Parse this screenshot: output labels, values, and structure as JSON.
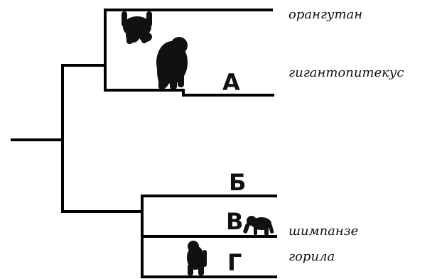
{
  "species": {
    "orangutan": "орангутан",
    "gigantopithecus": "гигантопитекус",
    "chimpanzee": "шимпанзе",
    "gorilla": "горила"
  },
  "markers": {
    "a": "А",
    "b": "Б",
    "v": "В",
    "g": "Г"
  },
  "icons": [
    "orangutan-silhouette-icon",
    "gigantopithecus-silhouette-icon",
    "chimpanzee-silhouette-icon",
    "gorilla-silhouette-icon"
  ],
  "colors": {
    "line": "#000000",
    "background": "#ffffff"
  }
}
